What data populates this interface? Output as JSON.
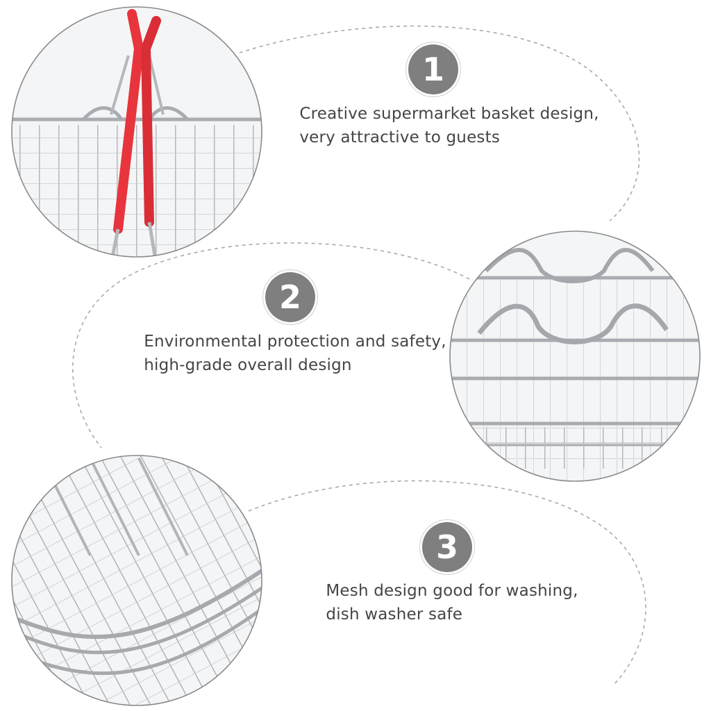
{
  "features": [
    {
      "number": "1",
      "line1": "Creative supermarket basket design,",
      "line2": "very attractive to guests"
    },
    {
      "number": "2",
      "line1": "Environmental protection and safety,",
      "line2": "high-grade overall design"
    },
    {
      "number": "3",
      "line1": "Mesh design good for washing,",
      "line2": "dish washer safe"
    }
  ],
  "colors": {
    "badge": "#7f7f7f",
    "text": "#454545",
    "handle": "#e8343c",
    "wire": "#b9bcc0",
    "dashed": "#a9a9a9"
  },
  "images": [
    {
      "icon": "basket-handle-closeup-photo"
    },
    {
      "icon": "basket-rim-closeup-photo"
    },
    {
      "icon": "basket-mesh-closeup-photo"
    }
  ]
}
